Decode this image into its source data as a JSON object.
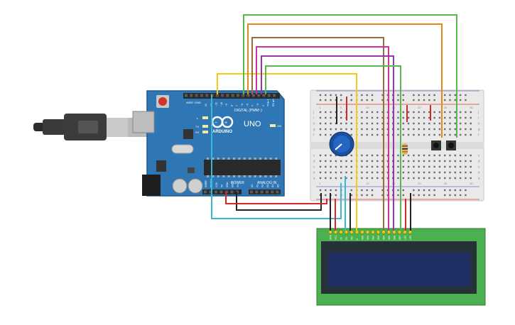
{
  "board": {
    "brand": "ARDUINO",
    "model": "UNO",
    "digital_header": "DIGITAL (PWM~)",
    "power_header": "POWER",
    "analog_header": "ANALOG IN",
    "aref_label": "AREF",
    "gnd_label": "GND",
    "on_label": "ON",
    "tx_label": "TX",
    "rx_label": "RX",
    "l_label": "L",
    "digital_pins": [
      "13",
      "12",
      "~11",
      "~10",
      "~9",
      "8",
      "7",
      "~6",
      "~5",
      "4",
      "~3",
      "2",
      "TX►1",
      "RX◄0"
    ],
    "power_pins": [
      "IOREF",
      "RESET",
      "3.3V",
      "5V",
      "GND",
      "GND",
      "Vin"
    ],
    "analog_pins": [
      "A0",
      "A1",
      "A2",
      "A3",
      "A4",
      "A5"
    ]
  },
  "breadboard": {
    "rows_top": [
      "j",
      "i",
      "h",
      "g",
      "f"
    ],
    "rows_bottom": [
      "e",
      "d",
      "c",
      "b",
      "a"
    ],
    "col_numbers": [
      "1",
      "5",
      "10",
      "15",
      "20",
      "25",
      "30"
    ]
  },
  "lcd": {
    "pin_labels": [
      "GND",
      "VCC",
      "V0",
      "RS",
      "RW",
      "E",
      "DB0",
      "DB1",
      "DB2",
      "DB3",
      "DB4",
      "DB5",
      "DB6",
      "DB7",
      "LED",
      "LED"
    ]
  },
  "colors": {
    "board": "#2f76b4",
    "board_dark": "#1f5a8f",
    "breadboard": "#e9e9e9",
    "lcd_pcb": "#4caf50",
    "lcd_screen": "#1f2f63",
    "pot": "#1a4fa0",
    "wire_yellow": "#f2cc10",
    "wire_green": "#58b84b",
    "wire_brown": "#9b6b3b",
    "wire_purple": "#9b33b0",
    "wire_magenta": "#cc3399",
    "wire_orange": "#e08a1e",
    "wire_red": "#d22a2a",
    "wire_black": "#222222",
    "wire_cyan": "#37b8d4"
  },
  "icons": {
    "usb_cable": "usb-cable-icon",
    "potentiometer": "potentiometer-icon",
    "pushbutton": "pushbutton-icon",
    "resistor": "resistor-icon"
  }
}
